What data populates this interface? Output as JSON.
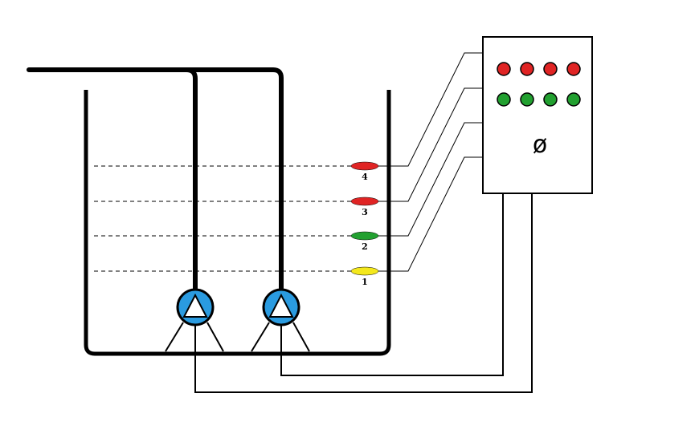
{
  "level_sensors": [
    {
      "label": "4",
      "color": "#e02424"
    },
    {
      "label": "3",
      "color": "#e02424"
    },
    {
      "label": "2",
      "color": "#22a030"
    },
    {
      "label": "1",
      "color": "#f4e81c"
    }
  ],
  "control_panel": {
    "symbol": "ø",
    "red_lamps": 4,
    "green_lamps": 4,
    "red_color": "#e02424",
    "green_color": "#22a030"
  },
  "pumps": {
    "count": 2,
    "color": "#2a9be0"
  }
}
